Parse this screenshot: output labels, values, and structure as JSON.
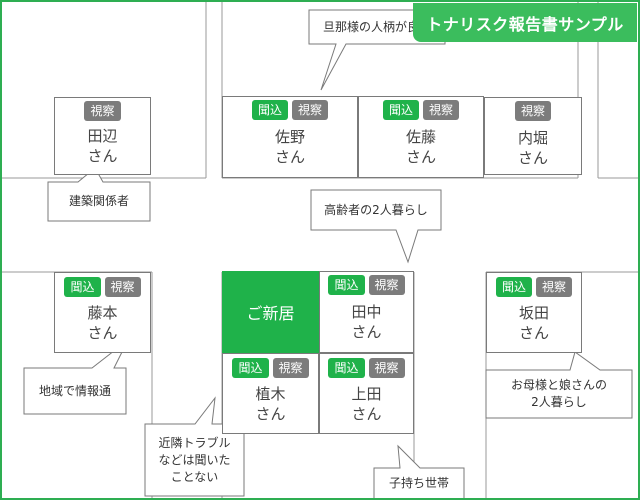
{
  "header": {
    "title": "トナリスク報告書サンプル"
  },
  "tags": {
    "visit": "聞込",
    "inspect": "視察"
  },
  "houses": {
    "tanabe": {
      "line1": "田辺",
      "line2": "さん"
    },
    "sano": {
      "line1": "佐野",
      "line2": "さん"
    },
    "sato": {
      "line1": "佐藤",
      "line2": "さん"
    },
    "uchibori": {
      "line1": "内堀",
      "line2": "さん"
    },
    "fujimoto": {
      "line1": "藤本",
      "line2": "さん"
    },
    "new_home": {
      "label": "ご新居"
    },
    "tanaka": {
      "line1": "田中",
      "line2": "さん"
    },
    "sakata": {
      "line1": "坂田",
      "line2": "さん"
    },
    "ueki": {
      "line1": "植木",
      "line2": "さん"
    },
    "ueda": {
      "line1": "上田",
      "line2": "さん"
    }
  },
  "notes": {
    "husband": {
      "lines": [
        "旦那様の人柄が良い"
      ]
    },
    "architect": {
      "lines": [
        "建築関係者"
      ]
    },
    "elderly": {
      "lines": [
        "高齢者の2人暮らし"
      ]
    },
    "local": {
      "lines": [
        "地域で情報通"
      ]
    },
    "mother": {
      "lines": [
        "お母様と娘さんの",
        "2人暮らし"
      ]
    },
    "trouble": {
      "lines": [
        "近隣トラブル",
        "などは聞いた",
        "ことない"
      ]
    },
    "children": {
      "lines": [
        "子持ち世帯"
      ]
    }
  },
  "colors": {
    "frame": "#2eae52",
    "title_bg": "#3bbd5d",
    "visit_tag": "#1fb24a",
    "inspect_tag": "#7c7c7c",
    "new_home": "#1fb24a",
    "road_line": "#9a9a9a"
  }
}
